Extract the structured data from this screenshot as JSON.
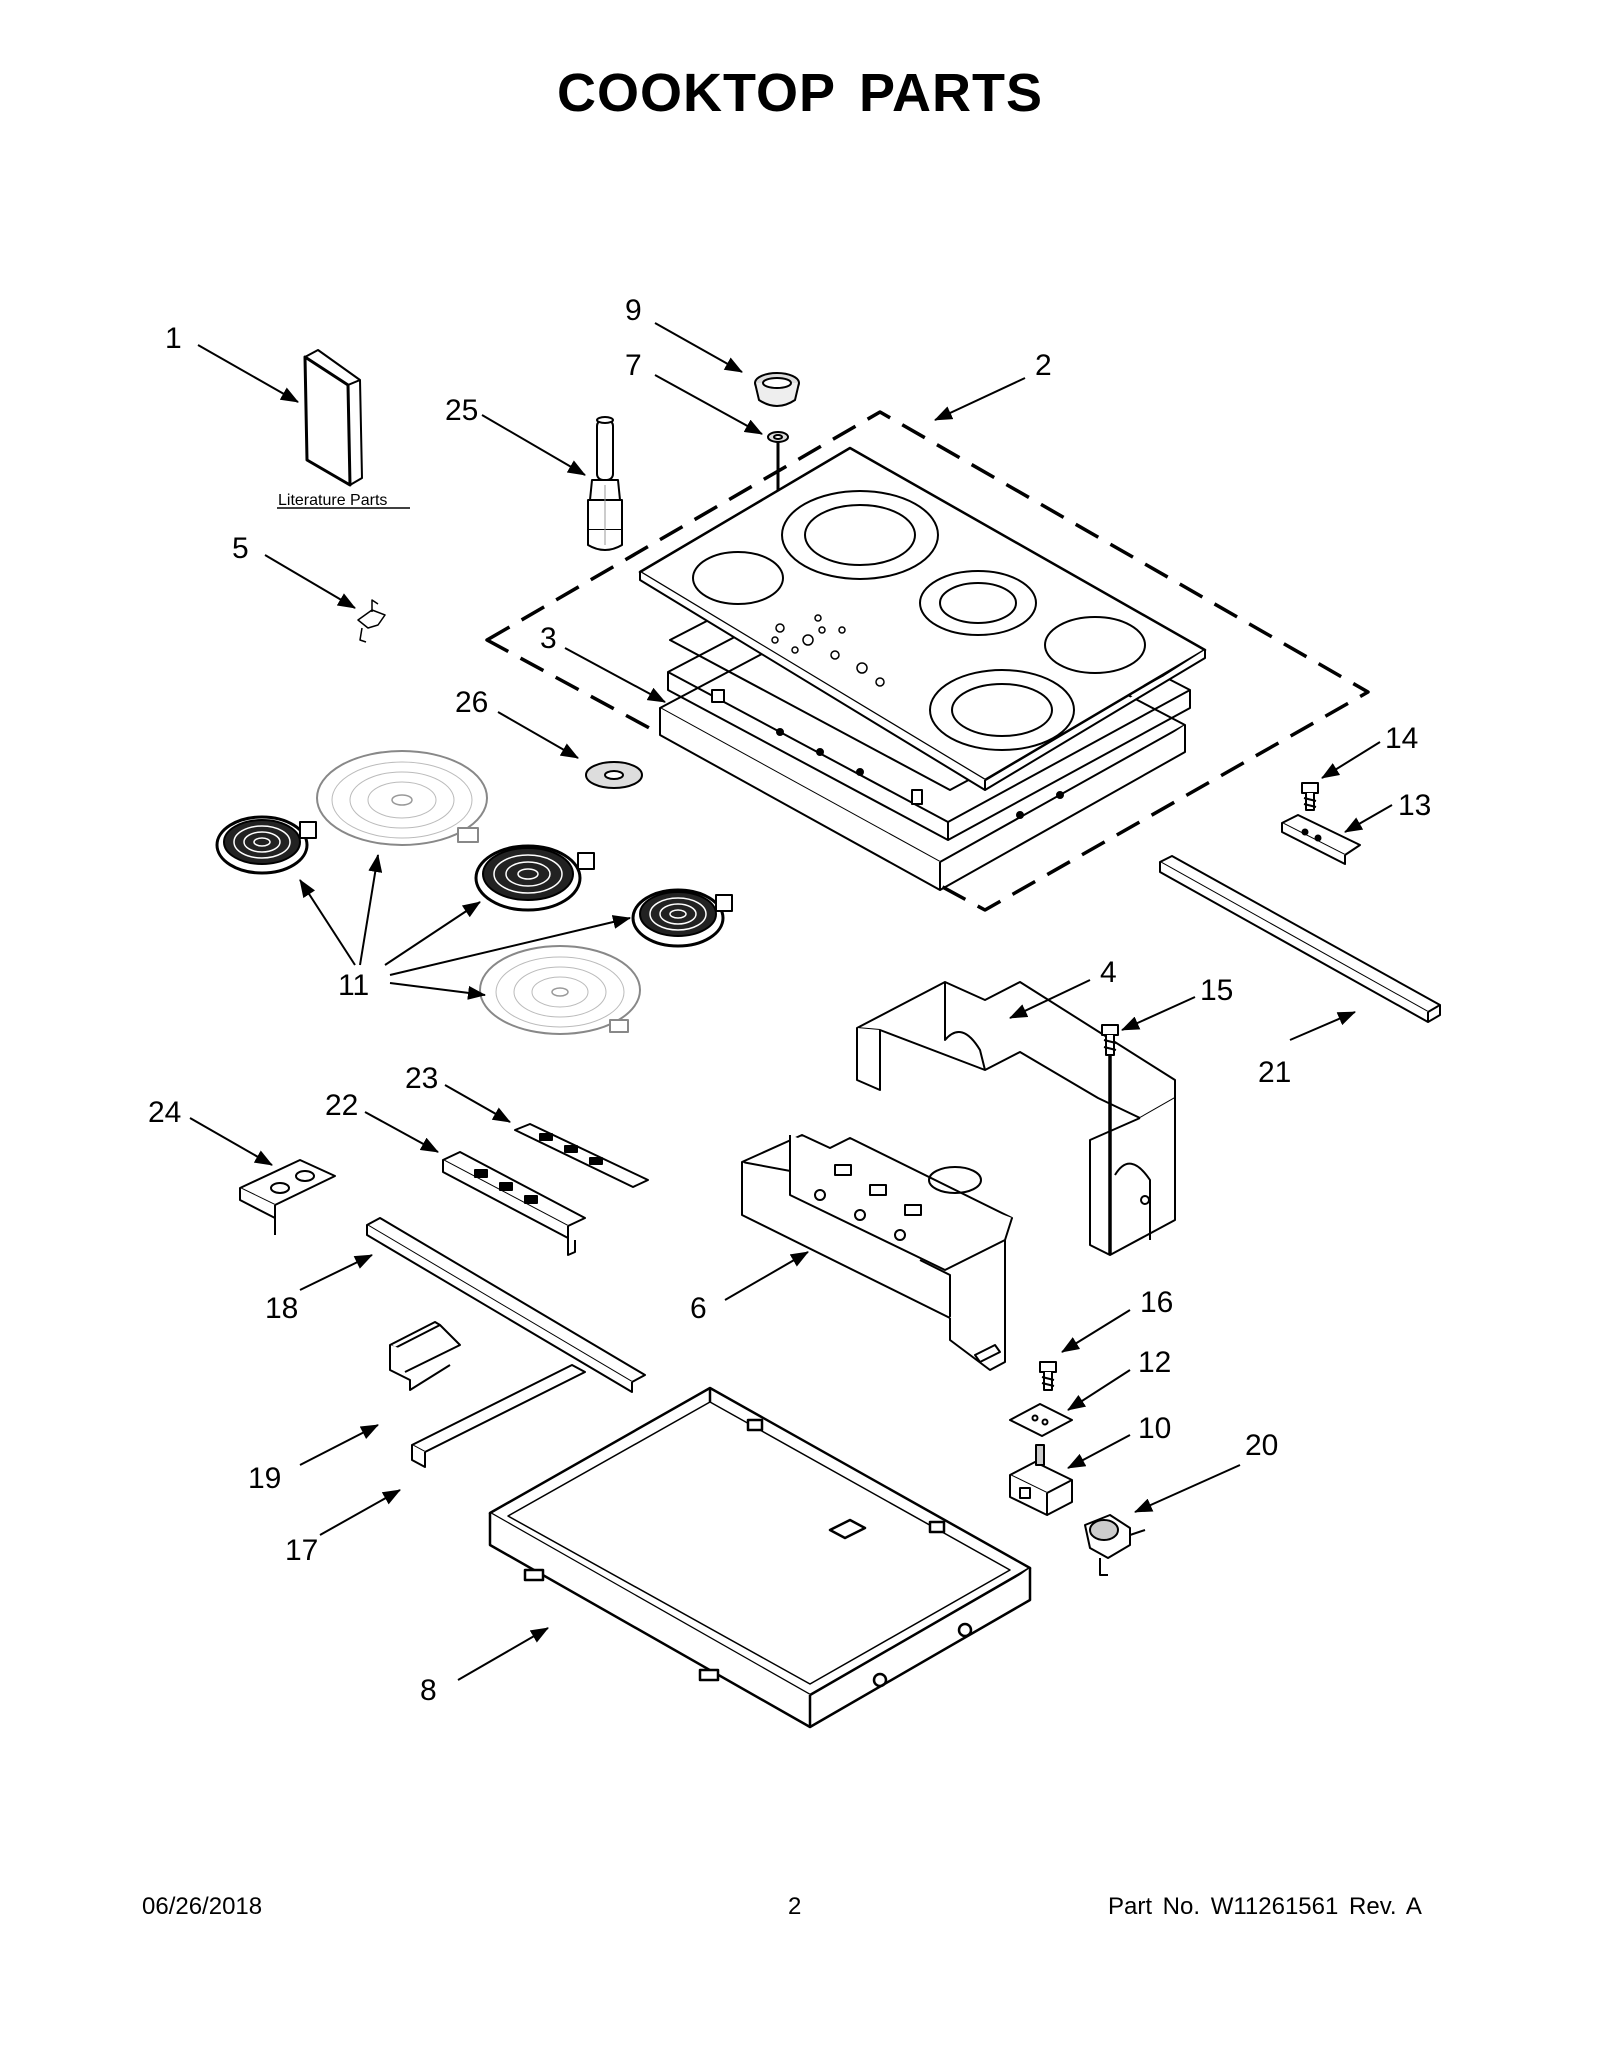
{
  "title": "COOKTOP PARTS",
  "footer": {
    "date": "06/26/2018",
    "page": "2",
    "part": "Part No.  W11261561   Rev.  A"
  },
  "literature_label": "Literature Parts",
  "callouts": [
    "1",
    "2",
    "3",
    "4",
    "5",
    "6",
    "7",
    "8",
    "9",
    "10",
    "11",
    "12",
    "13",
    "14",
    "15",
    "16",
    "17",
    "18",
    "19",
    "20",
    "21",
    "22",
    "23",
    "24",
    "25",
    "26"
  ]
}
